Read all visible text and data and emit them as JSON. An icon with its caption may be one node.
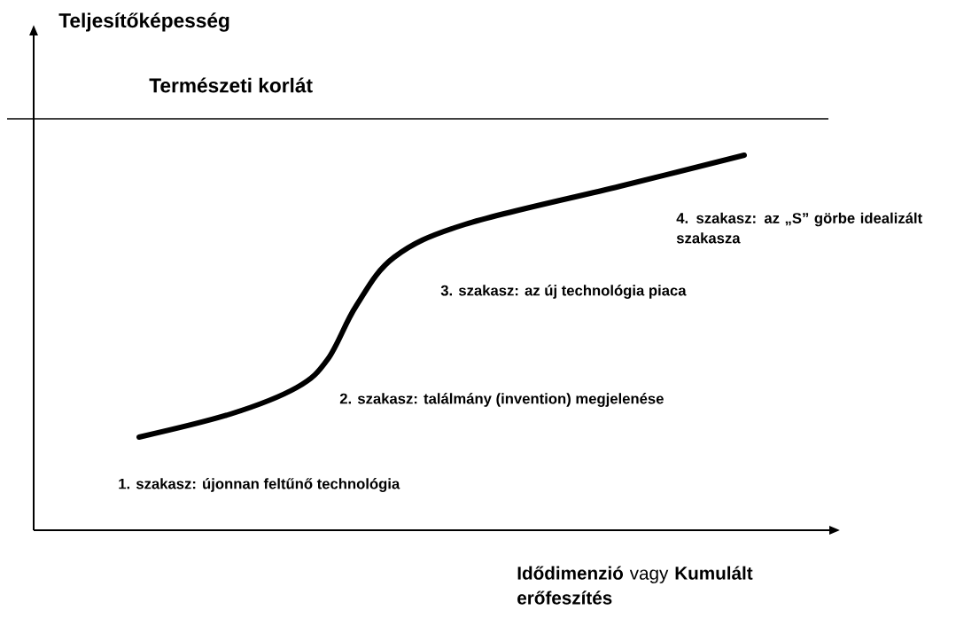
{
  "diagram": {
    "labels": [
      "Teljesítőképesség",
      "Természeti korlát",
      "4. szakasz: az „S” görbe idealizált szakasza",
      "3. szakasz: az új technológia piaca",
      "2. szakasz: találmány (invention) megjelenése",
      "1. szakasz: újonnan feltűnő technológia",
      "**Idődimenzió** vagy **Kumulált erőfeszítés**"
    ]
  }
}
